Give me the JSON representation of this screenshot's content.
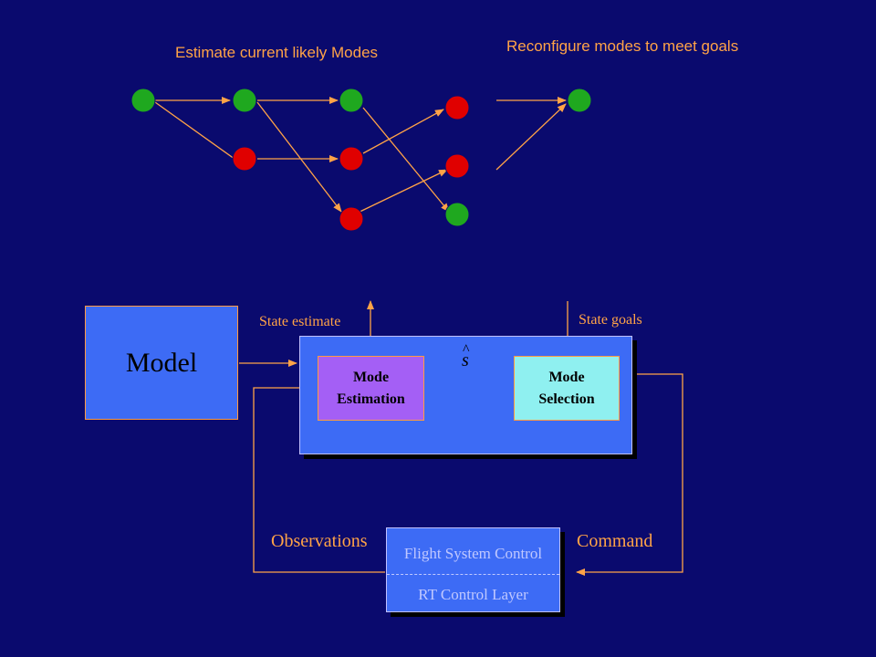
{
  "top": {
    "left_label": "Estimate current likely Modes",
    "right_label": "Reconfigure modes to meet goals"
  },
  "colors": {
    "background": "#0a0a6e",
    "accent_orange": "#ffa347",
    "node_green": "#1fa81f",
    "node_red": "#e00000",
    "box_blue": "#3d6bf5",
    "box_purple": "#a45ff5",
    "box_cyan": "#8ff0f0"
  },
  "nodes": [
    {
      "id": "n1",
      "color": "green"
    },
    {
      "id": "n2",
      "color": "green"
    },
    {
      "id": "n3",
      "color": "red"
    },
    {
      "id": "n4",
      "color": "green"
    },
    {
      "id": "n5",
      "color": "red"
    },
    {
      "id": "n6",
      "color": "red"
    },
    {
      "id": "n7",
      "color": "red"
    },
    {
      "id": "n8",
      "color": "red"
    },
    {
      "id": "n9",
      "color": "green"
    },
    {
      "id": "n10",
      "color": "green"
    }
  ],
  "block": {
    "model": "Model",
    "state_estimate": "State estimate",
    "state_goals": "State goals",
    "mode_estimation_line1": "Mode",
    "mode_estimation_line2": "Estimation",
    "mode_selection_line1": "Mode",
    "mode_selection_line2": "Selection",
    "s_hat": "s",
    "observations": "Observations",
    "command": "Command",
    "flight_control": "Flight System Control",
    "rt_layer": "RT Control Layer"
  }
}
